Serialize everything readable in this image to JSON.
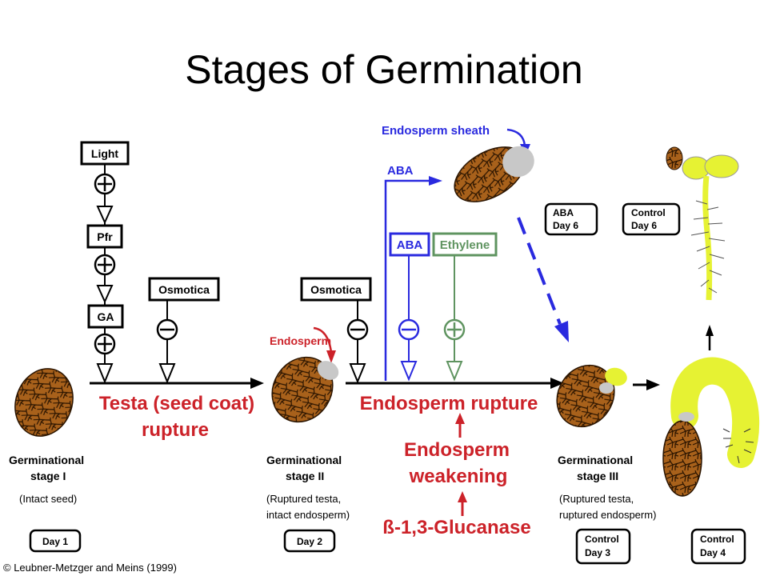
{
  "title": "Stages of Germination",
  "boxes": {
    "light": "Light",
    "pfr": "Pfr",
    "ga": "GA",
    "osmotica_1": "Osmotica",
    "osmotica_2": "Osmotica",
    "aba_box": "ABA",
    "ethylene_box": "Ethylene",
    "aba_day6": [
      "ABA",
      "Day 6"
    ],
    "control_day6": [
      "Control",
      "Day 6"
    ]
  },
  "labels": {
    "aba_arrow": "ABA",
    "endosperm_sheath": "Endosperm sheath",
    "endosperm": "Endosperm",
    "testa_rupture": [
      "Testa (seed coat)",
      "rupture"
    ],
    "endosperm_rupture": "Endosperm rupture",
    "endosperm_weakening": [
      "Endosperm",
      "weakening"
    ],
    "glucanase": "ß-1,3-Glucanase"
  },
  "stages": {
    "stage1": {
      "title": [
        "Germinational",
        "stage I"
      ],
      "desc": [
        "(Intact seed)"
      ],
      "day": [
        "Day 1"
      ]
    },
    "stage2": {
      "title": [
        "Germinational",
        "stage II"
      ],
      "desc": [
        "(Ruptured testa,",
        "intact endosperm)"
      ],
      "day": [
        "Day 2"
      ]
    },
    "stage3": {
      "title": [
        "Germinational",
        "stage III"
      ],
      "desc": [
        "(Ruptured testa,",
        "ruptured endosperm)"
      ],
      "day": [
        "Control",
        "Day 3"
      ]
    },
    "stage4": {
      "day": [
        "Control",
        "Day 4"
      ]
    }
  },
  "credit": "© Leubner-Metzger and Meins (1999)",
  "colors": {
    "black": "#000000",
    "red": "#cc2229",
    "blue": "#2a2adf",
    "green": "#5f9460",
    "seed": "#a8611b",
    "radicle": "#e6f233",
    "endosperm": "#c8c8c8"
  }
}
